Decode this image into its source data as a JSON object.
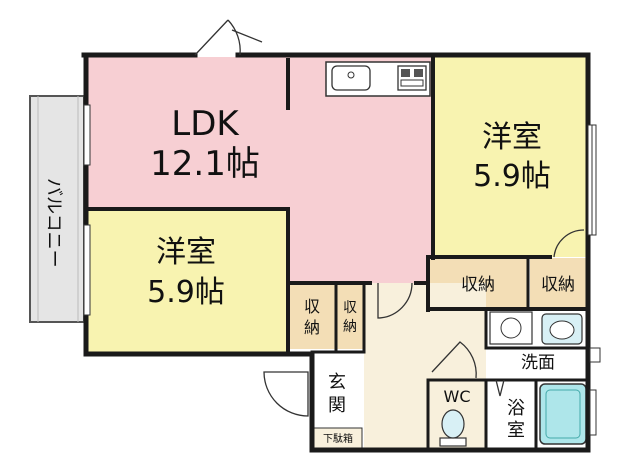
{
  "rooms": {
    "ldk": {
      "name": "LDK",
      "size": "12.1帖",
      "color": "#f7cfd3"
    },
    "west_bedroom": {
      "name": "洋室",
      "size": "5.9帖",
      "color": "#f8f3b0"
    },
    "east_bedroom": {
      "name": "洋室",
      "size": "5.9帖",
      "color": "#f8f3b0"
    },
    "storage_east_1": {
      "name": "収納",
      "color": "#f3deb6"
    },
    "storage_east_2": {
      "name": "収納",
      "color": "#f3deb6"
    },
    "storage_center_1": {
      "name": "収\n納",
      "color": "#f3deb6"
    },
    "storage_center_2": {
      "name": "収\n納",
      "color": "#f3deb6"
    },
    "entrance": {
      "name": "玄\n関",
      "color": "#ffffff"
    },
    "shoe_box": {
      "name": "下駄箱"
    },
    "wc": {
      "name": "WC",
      "color": "#ffffff"
    },
    "washroom": {
      "name": "洗面",
      "color": "#ffffff"
    },
    "bathroom": {
      "name": "浴\n室",
      "color": "#ffffff"
    },
    "hall": {
      "color": "#f8f0dc"
    }
  },
  "balcony": {
    "label": "バルコニー",
    "color": "#e5e5e5"
  },
  "colors": {
    "wall": "#1a1a1a",
    "bath_tub": "#aee6ea",
    "fixture": "#d8f0f5"
  }
}
